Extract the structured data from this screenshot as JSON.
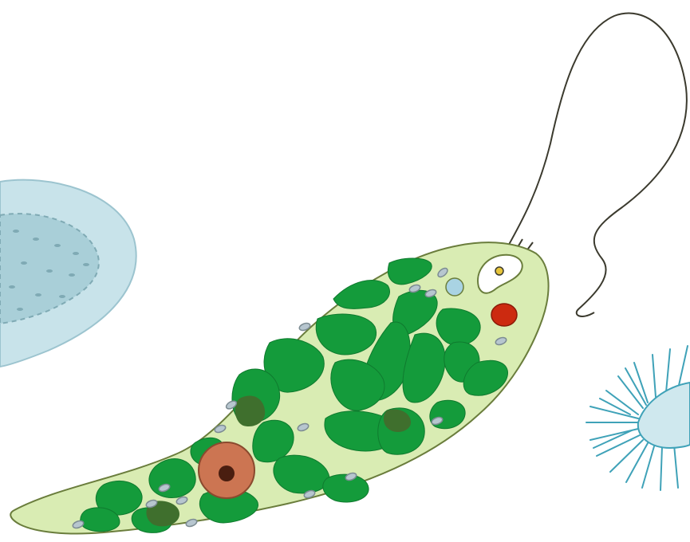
{
  "image": {
    "kind": "illustration",
    "subjects": [
      "euglena",
      "amoeba-edge",
      "ciliate-edge"
    ]
  },
  "colors": {
    "background": "#ffffff",
    "euglena_body": "#d9ecb3",
    "euglena_outline": "#6a7d3c",
    "chloroplast": "#149b3b",
    "chloroplast_dark": "#3f6f2d",
    "nucleus_outer": "#cc7552",
    "nucleus_inner": "#4a1e10",
    "eyespot": "#cc2a10",
    "contractile_vacuole": "#a9d3e3",
    "granule": "#b7c6cf",
    "flagellum": "#3b3a2e",
    "basal_body": "#e6c43a",
    "left_cell_outer": "#c8e3ea",
    "left_cell_inner": "#a9cfd8",
    "left_cell_dots": "#7faab4",
    "right_cell_fill": "#cfe8ee",
    "right_cell_cilia": "#3fa2b8"
  }
}
